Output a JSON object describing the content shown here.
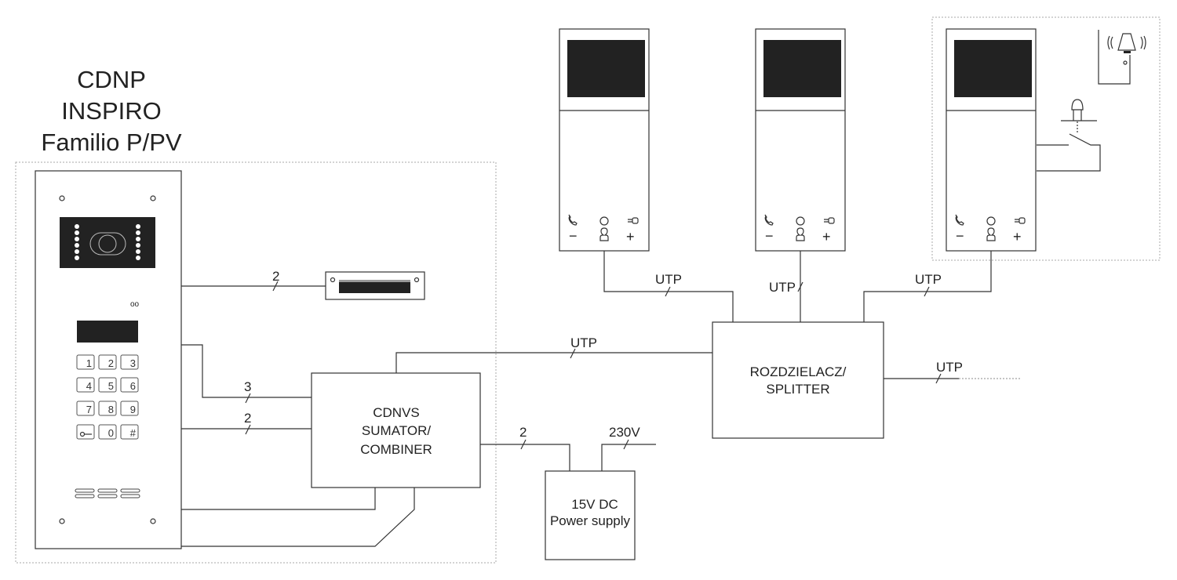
{
  "title": {
    "line1": "CDNP",
    "line2": "INSPIRO",
    "line3": "Familio P/PV"
  },
  "panel": {
    "keys": [
      "1",
      "2",
      "3",
      "4",
      "5",
      "6",
      "7",
      "8",
      "9",
      "key",
      "0",
      "#"
    ],
    "mic_label": "oo"
  },
  "combiner": {
    "line1": "CDNVS",
    "line2": "SUMATOR/",
    "line3": "COMBINER"
  },
  "power_supply": {
    "line1": "15V DC",
    "line2": "Power supply"
  },
  "splitter": {
    "line1": "ROZDZIELACZ/",
    "line2": "SPLITTER"
  },
  "wires": {
    "lock": "2",
    "panel_combiner_a": "3",
    "panel_combiner_b": "2",
    "combiner_splitter": "UTP",
    "combiner_psu": "2",
    "mains": "230V",
    "splitter_out": "UTP",
    "monitor1": "UTP",
    "monitor2": "UTP",
    "monitor3": "UTP"
  },
  "monitor_buttons": {
    "minus": "−",
    "plus": "+"
  }
}
